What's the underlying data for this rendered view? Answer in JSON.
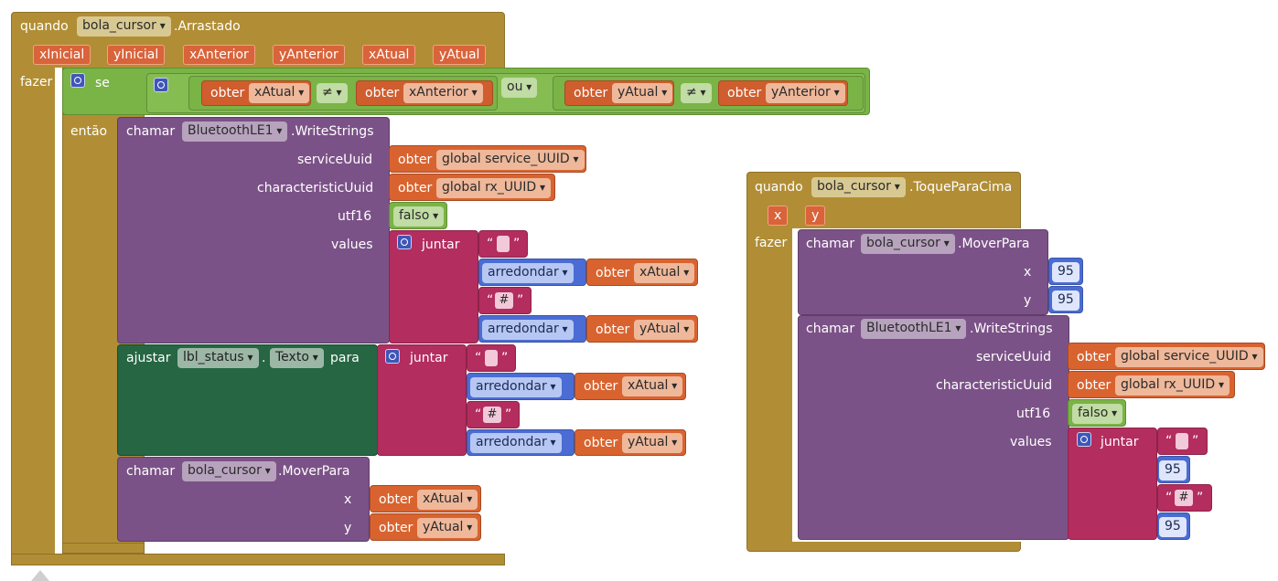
{
  "e1": {
    "when": "quando",
    "component": "bola_cursor",
    "event": ".Arrastado",
    "params": [
      "xInicial",
      "yInicial",
      "xAnterior",
      "yAnterior",
      "xAtual",
      "yAtual"
    ],
    "do": "fazer",
    "if": "se",
    "then": "então",
    "get": "obter",
    "neq": "≠",
    "or": "ou",
    "cond": {
      "a1": "xAtual",
      "a2": "xAnterior",
      "b1": "yAtual",
      "b2": "yAnterior"
    },
    "call1": {
      "call": "chamar",
      "component": "BluetoothLE1",
      "method": ".WriteStrings",
      "serviceUuid": "serviceUuid",
      "characteristicUuid": "characteristicUuid",
      "utf16": "utf16",
      "values": "values",
      "service_var": "global service_UUID",
      "rx_var": "global rx_UUID",
      "false": "falso",
      "join": "juntar",
      "round": "arredondar",
      "hash": "#",
      "x": "xAtual",
      "y": "yAtual"
    },
    "set": {
      "set": "ajustar",
      "component": "lbl_status",
      "dot": ".",
      "prop": "Texto",
      "to": "para",
      "join": "juntar",
      "round": "arredondar",
      "hash": "#",
      "x": "xAtual",
      "y": "yAtual"
    },
    "call2": {
      "call": "chamar",
      "component": "bola_cursor",
      "method": ".MoverPara",
      "x_label": "x",
      "y_label": "y",
      "x": "xAtual",
      "y": "yAtual"
    }
  },
  "e2": {
    "when": "quando",
    "component": "bola_cursor",
    "event": ".ToqueParaCima",
    "params": [
      "x",
      "y"
    ],
    "do": "fazer",
    "call1": {
      "call": "chamar",
      "component": "bola_cursor",
      "method": ".MoverPara",
      "x_label": "x",
      "y_label": "y",
      "x": "95",
      "y": "95"
    },
    "call2": {
      "call": "chamar",
      "component": "BluetoothLE1",
      "method": ".WriteStrings",
      "serviceUuid": "serviceUuid",
      "characteristicUuid": "characteristicUuid",
      "utf16": "utf16",
      "values": "values",
      "get": "obter",
      "service_var": "global service_UUID",
      "rx_var": "global rx_UUID",
      "false": "falso",
      "join": "juntar",
      "hash": "#",
      "n1": "95",
      "n2": "95"
    }
  }
}
